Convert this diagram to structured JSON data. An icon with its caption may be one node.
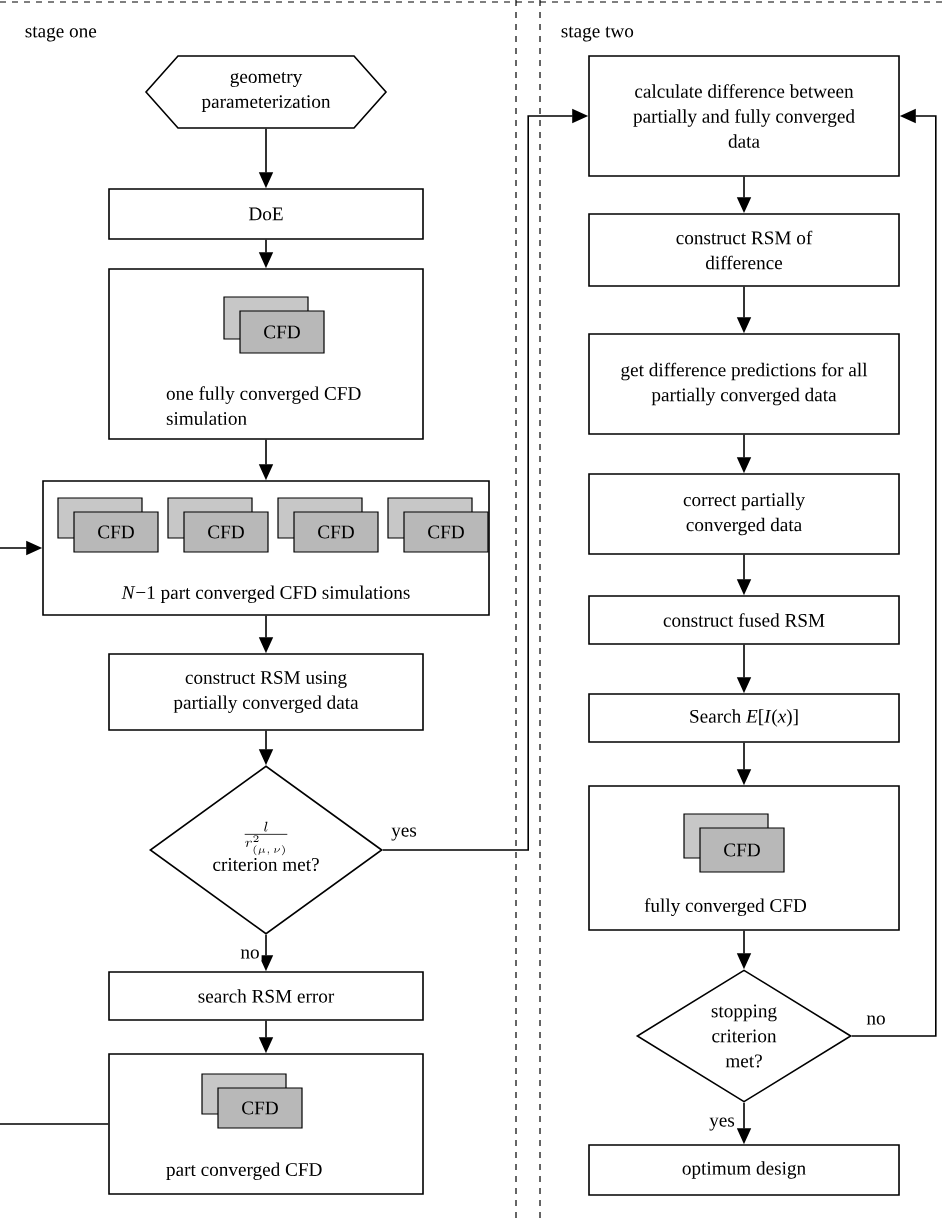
{
  "diagram": {
    "nodes": [
      {
        "text": [
          "geometry parameterization"
        ]
      },
      {
        "text": [
          "DoE"
        ]
      },
      {
        "text": [
          "one fully converged CFD simulation"
        ]
      },
      {
        "text": [
          "CFD"
        ],
        "in": 2
      },
      {
        "text": [
          "*N*−1 part converged CFD simulations"
        ]
      },
      {
        "text": [
          "CFD"
        ],
        "in": 4
      },
      {
        "text": [
          "CFD"
        ],
        "in": 4
      },
      {
        "text": [
          "CFD"
        ],
        "in": 4
      },
      {
        "text": [
          "CFD"
        ],
        "in": 4
      },
      {
        "text": [
          "construct RSM using partially converged data"
        ]
      },
      {
        "text": [
          "\\frac{l}{r^{2}_{(\\mu,\\,\\nu)}}",
          "criterion met?"
        ]
      },
      {
        "text": [
          "search RSM error"
        ]
      },
      {
        "text": [
          "part converged CFD"
        ]
      },
      {
        "text": [
          "CFD"
        ],
        "in": 12
      },
      {
        "text": [
          "calculate difference between partially and fully converged data"
        ]
      },
      {
        "text": [
          "construct RSM of difference"
        ]
      },
      {
        "text": [
          "get difference predictions for all partially converged data"
        ]
      },
      {
        "text": [
          "correct partially converged data"
        ]
      },
      {
        "text": [
          "construct fused RSM"
        ]
      },
      {
        "text": [
          "Search *E*[*I*(*x*)]"
        ]
      },
      {
        "text": [
          "fully converged CFD"
        ]
      },
      {
        "text": [
          "CFD"
        ],
        "in": 20
      },
      {
        "text": [
          "stopping criterion met?"
        ]
      },
      {
        "text": [
          "optimum design"
        ]
      }
    ],
    "edges": [
      {
        "from": 0,
        "to": 1,
        "arrow": "to"
      },
      {
        "from": 1,
        "to": 2,
        "arrow": "to"
      },
      {
        "from": 2,
        "to": 4,
        "arrow": "to"
      },
      {
        "from": 4,
        "to": 9,
        "arrow": "to"
      },
      {
        "from": 9,
        "to": 10,
        "arrow": "to"
      },
      {
        "from": 10,
        "to": 11,
        "arrow": "to",
        "label": "no"
      },
      {
        "from": 11,
        "to": 12,
        "arrow": "to"
      },
      {
        "from": 12,
        "to": 4,
        "arrow": "to"
      },
      {
        "from": 10,
        "to": 14,
        "arrow": "to",
        "label": "yes"
      },
      {
        "from": 14,
        "to": 15,
        "arrow": "to"
      },
      {
        "from": 15,
        "to": 16,
        "arrow": "to"
      },
      {
        "from": 16,
        "to": 17,
        "arrow": "to"
      },
      {
        "from": 17,
        "to": 18,
        "arrow": "to"
      },
      {
        "from": 18,
        "to": 19,
        "arrow": "to"
      },
      {
        "from": 19,
        "to": 20,
        "arrow": "to"
      },
      {
        "from": 20,
        "to": 22,
        "arrow": "to"
      },
      {
        "from": 22,
        "to": 23,
        "arrow": "to",
        "label": "yes"
      },
      {
        "from": 22,
        "to": 14,
        "arrow": "to",
        "label": "no"
      }
    ],
    "labels": [
      "stage one",
      "stage two"
    ]
  }
}
